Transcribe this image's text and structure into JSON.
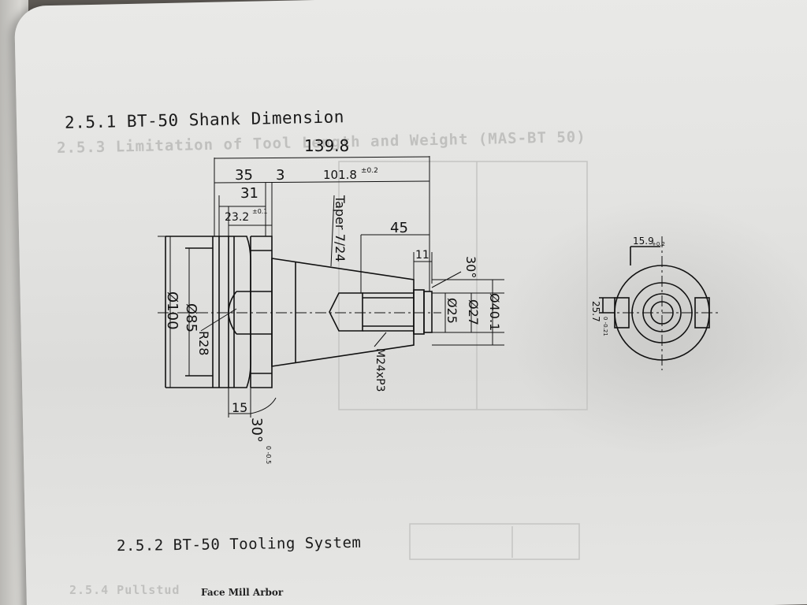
{
  "document": {
    "section_title": "2.5.1 BT-50 Shank Dimension",
    "bleed_through_title": "2.5.3 Limitation of Tool Length and Weight (MAS-BT 50)",
    "next_section_title": "2.5.2 BT-50 Tooling System",
    "figure_caption": "Face Mill Arbor",
    "bleed_through_footer": "2.5.4 Pullstud"
  },
  "drawing": {
    "dim_total_length": "139.8",
    "dim_flange": "35",
    "dim_step": "3",
    "dim_taper_length": "101.8",
    "dim_taper_tol": "±0.2",
    "dim_31": "31",
    "dim_23_2": "23.2",
    "dim_23_2_tol": "±0.1",
    "dim_45": "45",
    "dim_11": "11",
    "taper_label": "Taper 7/24",
    "angle_30_top": "30°",
    "dia_40_1": "Ø40.1",
    "dia_27": "Ø27",
    "dia_25": "Ø25",
    "dia_100": "Ø100",
    "dia_85": "Ø85",
    "radius_28": "R28",
    "thread": "M24xP3",
    "dim_15": "15",
    "angle_30_bottom": "30°",
    "angle_tol": "0 -0.5",
    "end_slot_width": "15.9",
    "end_slot_tol": "+0.2",
    "end_slot_depth": "25.7",
    "end_slot_depth_tol": "0 -0.21"
  },
  "colors": {
    "paper": "#e6e6e4",
    "ink": "#1a1a1a",
    "background": "#5e5a55"
  }
}
